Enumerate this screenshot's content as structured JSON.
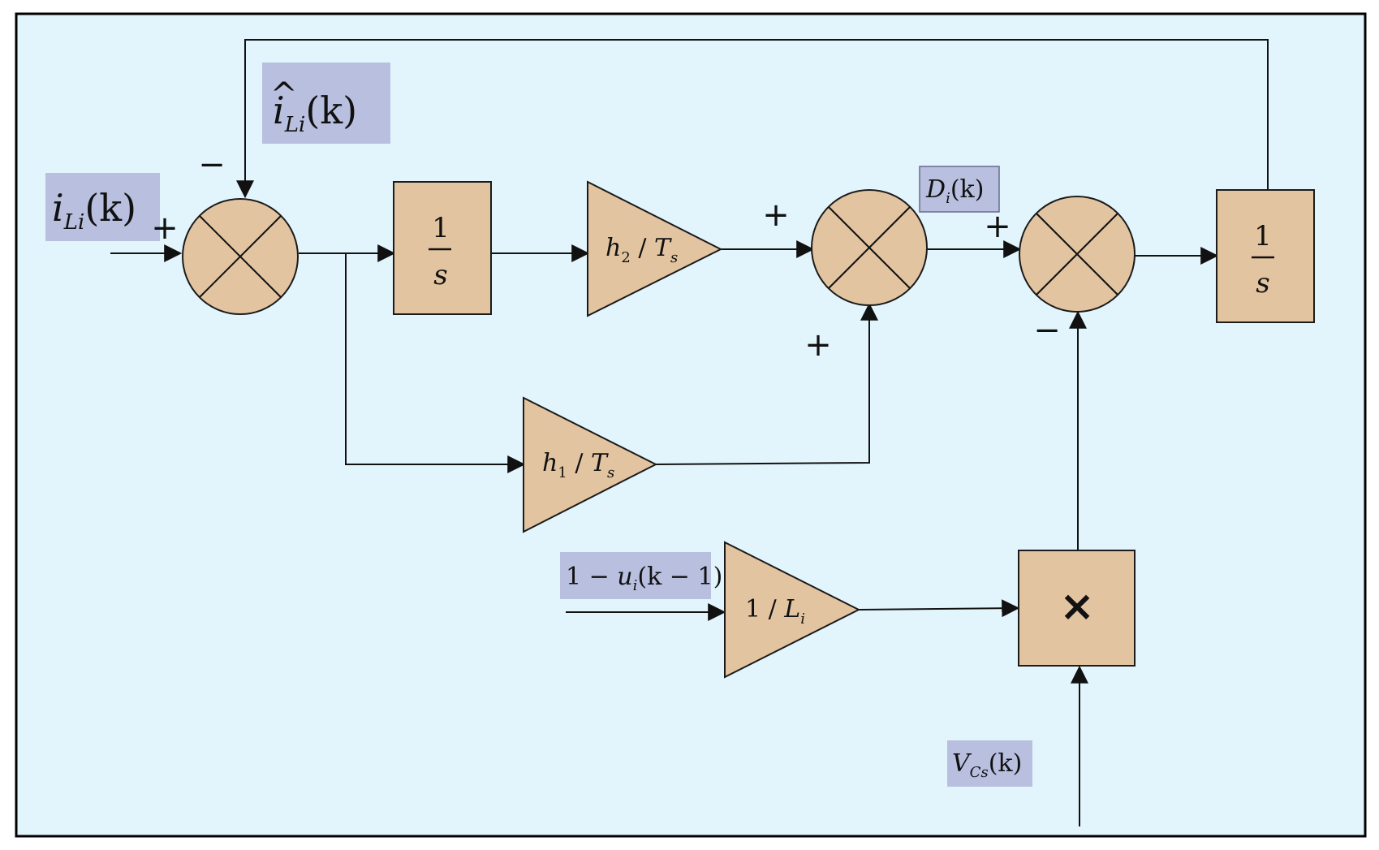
{
  "signals": {
    "i_L": {
      "main": "i",
      "sub": "Li",
      "arg": "(k)"
    },
    "i_L_hat": {
      "hat": "^",
      "main": "i",
      "sub": "Li",
      "arg": "(k)"
    },
    "D": {
      "main": "D",
      "sub": "i",
      "arg": "(k)"
    },
    "u": {
      "pre": "1 − ",
      "main": "u",
      "sub": "i",
      "arg": "(k − 1)"
    },
    "V": {
      "main": "V",
      "sub": "Cs",
      "arg": "(k)"
    }
  },
  "blocks": {
    "integrator1": {
      "num": "1",
      "den": "s"
    },
    "integrator2": {
      "num": "1",
      "den": "s"
    },
    "gain_h2": {
      "main": "h",
      "sub": "2",
      "slash": " / ",
      "main2": "T",
      "sub2": "s"
    },
    "gain_h1": {
      "main": "h",
      "sub": "1",
      "slash": " / ",
      "main2": "T",
      "sub2": "s"
    },
    "gain_L": {
      "pre": "1 / ",
      "main": "L",
      "sub": "i"
    },
    "multiplier": {
      "symbol": "×"
    }
  },
  "signs": {
    "sum1_feedback": "−",
    "sum1_input": "+",
    "sum2_top": "+",
    "sum2_bottom": "+",
    "sum3_left": "+",
    "sum3_bottom": "−"
  },
  "colors": {
    "background": "#e3f5fc",
    "block_fill": "#e2c4a1",
    "label_highlight": "#b8bfdf"
  }
}
